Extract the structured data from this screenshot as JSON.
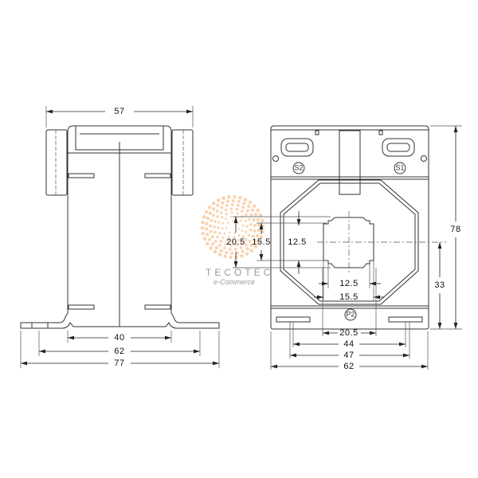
{
  "side_view": {
    "dims": {
      "top_width": "57",
      "body_width": "40",
      "foot_holes": "62",
      "foot_total": "77"
    }
  },
  "front_view": {
    "terminals": {
      "s2": "S2",
      "s1": "S1",
      "p2": "P2"
    },
    "dims": {
      "height_total": "78",
      "center_height": "33",
      "window_outer_h": "20.5",
      "window_mid_h": "15.5",
      "window_inner_h": "12.5",
      "window_inner_w": "12.5",
      "window_mid_w": "15.5",
      "window_outer_w": "20.5",
      "slot_inner": "44",
      "slot_outer": "47",
      "width_total": "62"
    }
  },
  "watermark": {
    "brand": "TECOTEC",
    "tagline": "e-Commerce",
    "color": "#f0a050"
  }
}
